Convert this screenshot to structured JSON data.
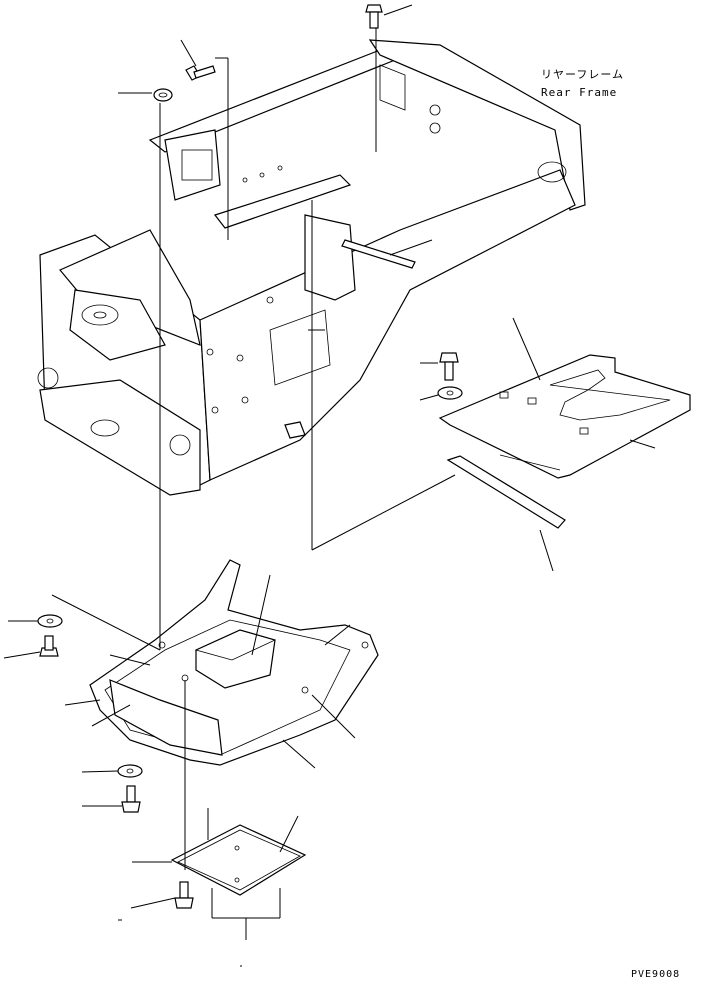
{
  "labels": {
    "rear_frame_jp": "リヤーフレーム",
    "rear_frame_en": "Rear Frame",
    "drawing_code": "PVE9008"
  },
  "icons": [
    "bolt-icon",
    "washer-icon",
    "nut-icon"
  ]
}
